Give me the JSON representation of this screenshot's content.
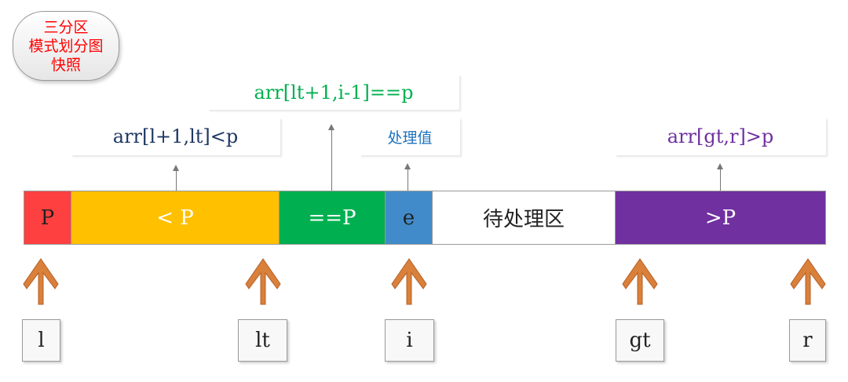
{
  "title_badge": {
    "line1": "三分区",
    "line2": "模式划分图",
    "line3": "快照"
  },
  "labels": {
    "less": "arr[l+1,lt]<p",
    "equal": "arr[lt+1,i-1]==p",
    "current": "处理值",
    "greater": "arr[gt,r]>p"
  },
  "segments": [
    {
      "text": "P",
      "color": "#ff4040"
    },
    {
      "text": "< P",
      "color": "#ffc000"
    },
    {
      "text": "==P",
      "color": "#00b050"
    },
    {
      "text": "e",
      "color": "#428bca"
    },
    {
      "text": "待处理区",
      "color": "#ffffff"
    },
    {
      "text": ">P",
      "color": "#7030a0"
    }
  ],
  "pointers": [
    "l",
    "lt",
    "i",
    "gt",
    "r"
  ],
  "colors": {
    "less_label": "#1f3864",
    "equal_label": "#00b050",
    "current_label": "#1e73be",
    "greater_label": "#7030a0",
    "pointer_arrow": "#d9803a"
  }
}
